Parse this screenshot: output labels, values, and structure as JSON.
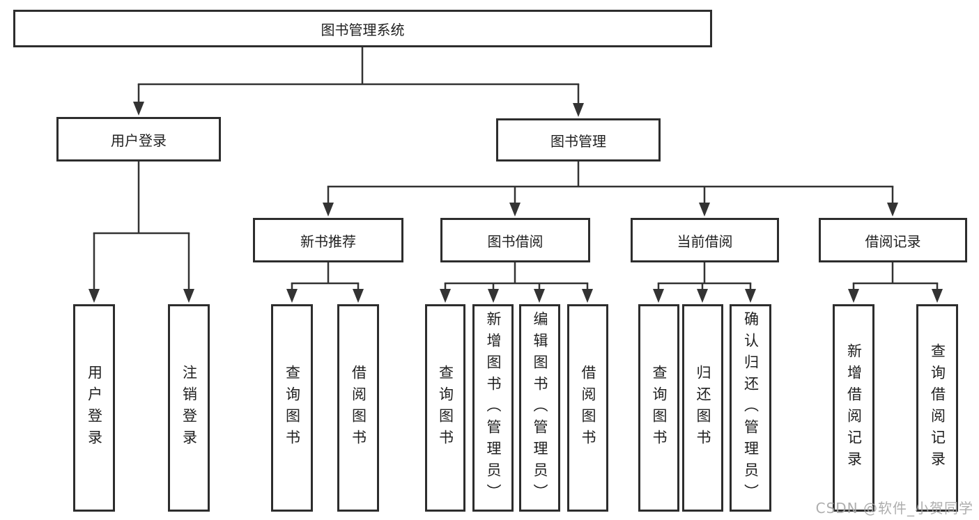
{
  "diagram": {
    "root": {
      "label": "图书管理系统"
    },
    "level2": [
      {
        "label": "用户登录"
      },
      {
        "label": "图书管理"
      }
    ],
    "level3": [
      {
        "label": "新书推荐"
      },
      {
        "label": "图书借阅"
      },
      {
        "label": "当前借阅"
      },
      {
        "label": "借阅记录"
      }
    ],
    "leaves": {
      "user_login": [
        {
          "label": "用户登录"
        },
        {
          "label": "注销登录"
        }
      ],
      "new_books": [
        {
          "label": "查询图书"
        },
        {
          "label": "借阅图书"
        }
      ],
      "book_borrow": [
        {
          "label": "查询图书"
        },
        {
          "label": "新增图书（管理员）"
        },
        {
          "label": "编辑图书（管理员）"
        },
        {
          "label": "借阅图书"
        }
      ],
      "current_borrow": [
        {
          "label": "查询图书"
        },
        {
          "label": "归还图书"
        },
        {
          "label": "确认归还（管理员）"
        }
      ],
      "borrow_records": [
        {
          "label": "新增借阅记录"
        },
        {
          "label": "查询借阅记录"
        }
      ]
    }
  },
  "watermark": "CSDN @软件_小贺同学",
  "colors": {
    "line": "#333333",
    "border": "#2d2d2d",
    "text": "#1f1f1f",
    "watermark": "#a5a5a5",
    "background": "#ffffff"
  }
}
